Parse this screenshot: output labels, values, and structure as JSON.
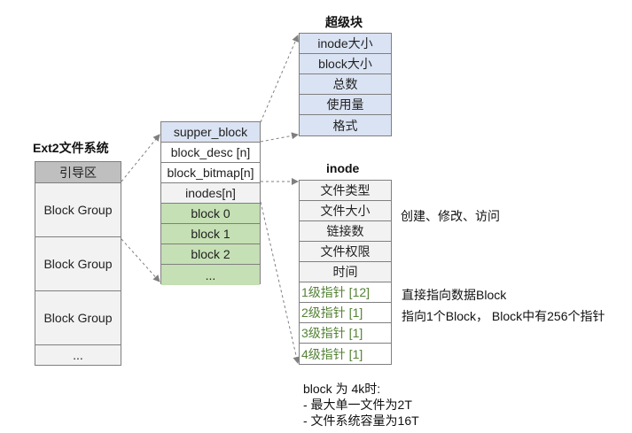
{
  "diagram": {
    "ext2": {
      "title": "Ext2文件系统",
      "items": [
        "引导区",
        "Block Group",
        "Block Group",
        "Block Group",
        "..."
      ]
    },
    "group": {
      "items": [
        "supper_block",
        "block_desc [n]",
        "block_bitmap[n]",
        "inodes[n]",
        "block 0",
        "block 1",
        "block 2",
        "..."
      ]
    },
    "superblock": {
      "title": "超级块",
      "items": [
        "inode大小",
        "block大小",
        "总数",
        "使用量",
        "格式"
      ]
    },
    "inode": {
      "title": "inode",
      "items": [
        "文件类型",
        "文件大小",
        "链接数",
        "文件权限",
        "时间",
        "1级指针 [12]",
        "2级指针 [1]",
        "3级指针 [1]",
        "4级指针 [1]"
      ]
    },
    "notes": {
      "size_note": "创建、修改、访问",
      "direct_note": "直接指向数据Block",
      "indirect_note": "指向1个Block， Block中有256个指针"
    },
    "footer": {
      "line1": "block 为 4k时:",
      "line2": "-   最大单一文件为2T",
      "line3": "-   文件系统容量为16T"
    },
    "colors": {
      "dark_header": "#bfbfbf",
      "light_gray": "#f2f2f2",
      "blue": "#dae3f3",
      "green": "#c5e0b4",
      "pointer_text": "#548235",
      "border": "#7f7f7f"
    }
  }
}
